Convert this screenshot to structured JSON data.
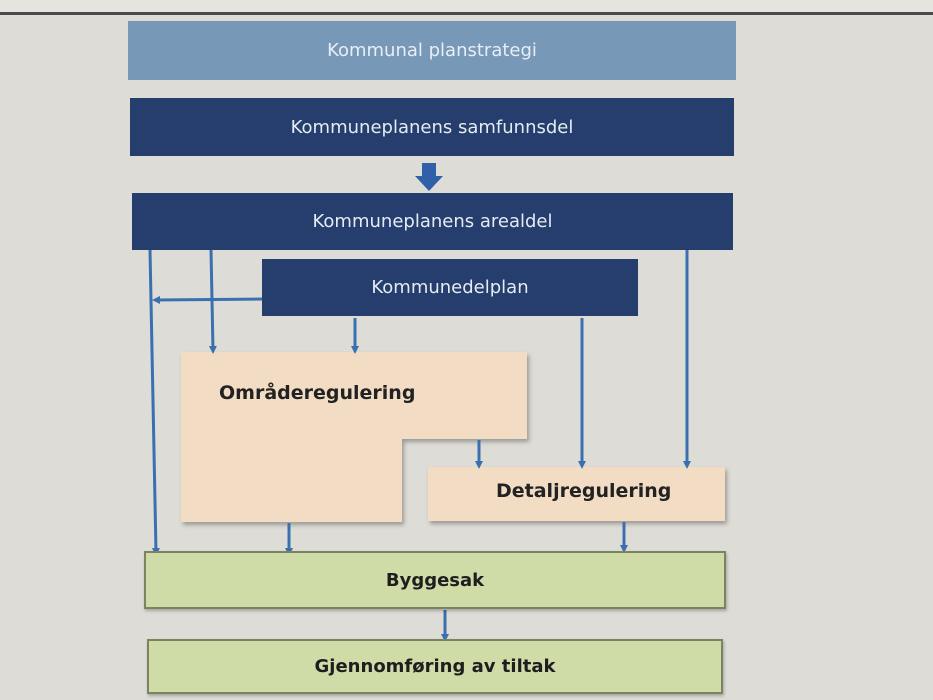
{
  "diagram": {
    "nodes": {
      "planstrategi": "Kommunal planstrategi",
      "samfunnsdel": "Kommuneplanens samfunnsdel",
      "arealdel": "Kommuneplanens arealdel",
      "kommunedelplan": "Kommunedelplan",
      "omraderegulering": "Områderegulering",
      "detaljregulering": "Detaljregulering",
      "byggesak": "Byggesak",
      "gjennomforing": "Gjennomføring av tiltak"
    },
    "edges": [
      {
        "from": "samfunnsdel",
        "to": "arealdel"
      },
      {
        "from": "arealdel",
        "to": "byggesak"
      },
      {
        "from": "arealdel",
        "to": "omraderegulering"
      },
      {
        "from": "arealdel",
        "to": "detaljregulering"
      },
      {
        "from": "kommunedelplan",
        "to": "byggesak"
      },
      {
        "from": "kommunedelplan",
        "to": "omraderegulering"
      },
      {
        "from": "kommunedelplan",
        "to": "detaljregulering"
      },
      {
        "from": "omraderegulering",
        "to": "detaljregulering"
      },
      {
        "from": "omraderegulering",
        "to": "byggesak"
      },
      {
        "from": "detaljregulering",
        "to": "byggesak"
      },
      {
        "from": "byggesak",
        "to": "gjennomforing"
      }
    ],
    "colors": {
      "light_blue": "#7898b8",
      "dark_blue": "#253e6e",
      "arrow_blue": "#3a6fb0",
      "peach": "#f2dcc4",
      "green": "#cfdca8"
    }
  }
}
